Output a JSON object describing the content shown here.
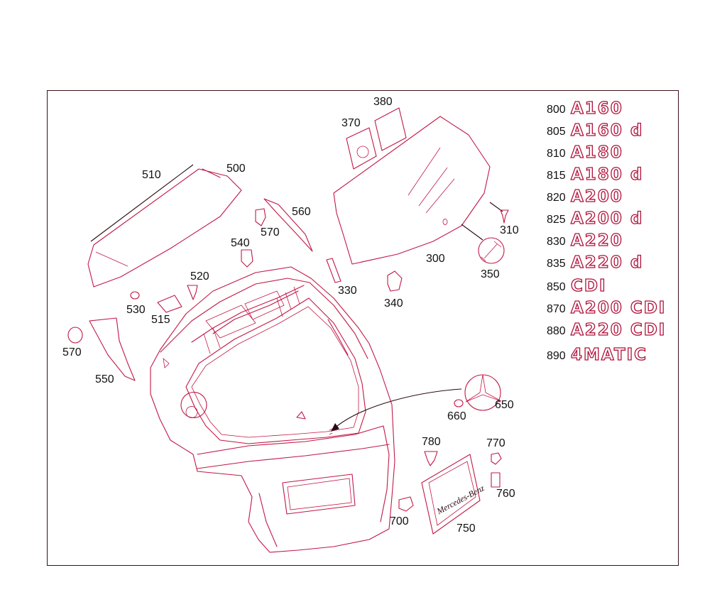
{
  "colors": {
    "line": "#c21848",
    "frame": "#3a1018",
    "text": "#111111"
  },
  "callouts": {
    "c300": "300",
    "c310": "310",
    "c330": "330",
    "c340": "340",
    "c350": "350",
    "c370": "370",
    "c380": "380",
    "c500": "500",
    "c510": "510",
    "c515": "515",
    "c520": "520",
    "c530": "530",
    "c540": "540",
    "c550": "550",
    "c560": "560",
    "c570a": "570",
    "c570b": "570",
    "c650": "650",
    "c660": "660",
    "c700": "700",
    "c750": "750",
    "c760": "760",
    "c770": "770",
    "c780": "780"
  },
  "badges": [
    {
      "num": "800",
      "text": "A160"
    },
    {
      "num": "805",
      "text": "A160 d"
    },
    {
      "num": "810",
      "text": "A180"
    },
    {
      "num": "815",
      "text": "A180 d"
    },
    {
      "num": "820",
      "text": "A200"
    },
    {
      "num": "825",
      "text": "A200 d"
    },
    {
      "num": "830",
      "text": "A220"
    },
    {
      "num": "835",
      "text": "A220 d"
    },
    {
      "num": "850",
      "text": "CDI"
    },
    {
      "num": "870",
      "text": "A200 CDI"
    },
    {
      "num": "880",
      "text": "A220 CDI"
    },
    {
      "num": "890",
      "text": "4MATIC"
    }
  ],
  "plate_text": "Mercedes-Benz",
  "icons": [
    "tailgate",
    "rear-window",
    "spoiler-glass",
    "star-emblem",
    "license-plate-holder",
    "wrench-symbol"
  ]
}
